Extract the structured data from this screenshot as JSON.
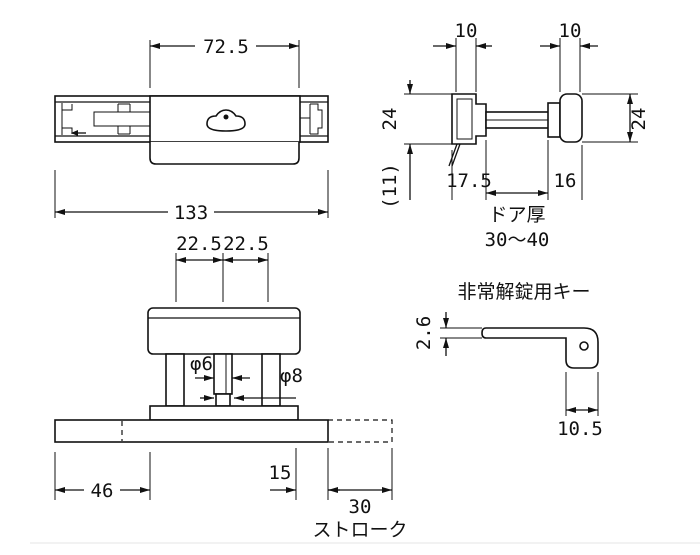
{
  "top_view": {
    "dim_width_inner": "72.5",
    "dim_width_total": "133"
  },
  "side_view": {
    "dim_top_left": "10",
    "dim_top_right": "10",
    "dim_height_left": "24",
    "dim_height_right": "24",
    "dim_extra": "(11)",
    "dim_bottom_left": "17.5",
    "dim_bottom_right": "16",
    "door_thickness_label": "ドア厚",
    "door_thickness_value": "30～40"
  },
  "front_view": {
    "dim_spacing_left": "22.5",
    "dim_spacing_right": "22.5",
    "dim_dia_small": "φ6",
    "dim_dia_large": "φ8",
    "dim_left_offset": "46",
    "dim_15": "15",
    "dim_stroke_value": "30",
    "stroke_label": "ストローク"
  },
  "key": {
    "title": "非常解錠用キー",
    "dim_thickness": "2.6",
    "dim_length": "10.5"
  }
}
